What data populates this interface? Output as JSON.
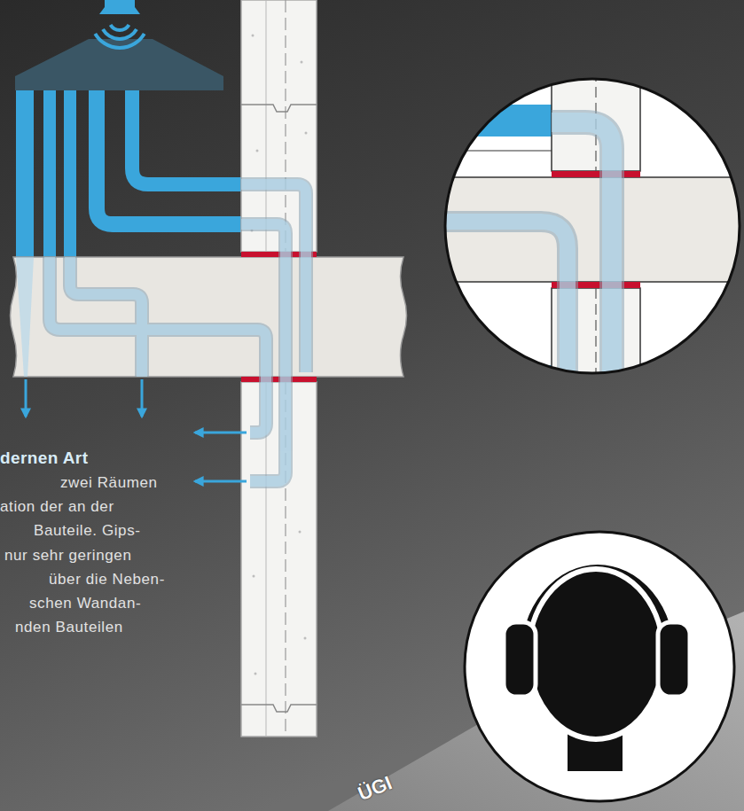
{
  "diagram": {
    "labels": [
      "dernen Art",
      "zwei Räumen",
      "ation der an der",
      "Bauteile. Gips-",
      "nur sehr geringen",
      "über die Neben-",
      "schen Wandan-",
      "nden Bauteilen",
      "ÜGI"
    ]
  }
}
